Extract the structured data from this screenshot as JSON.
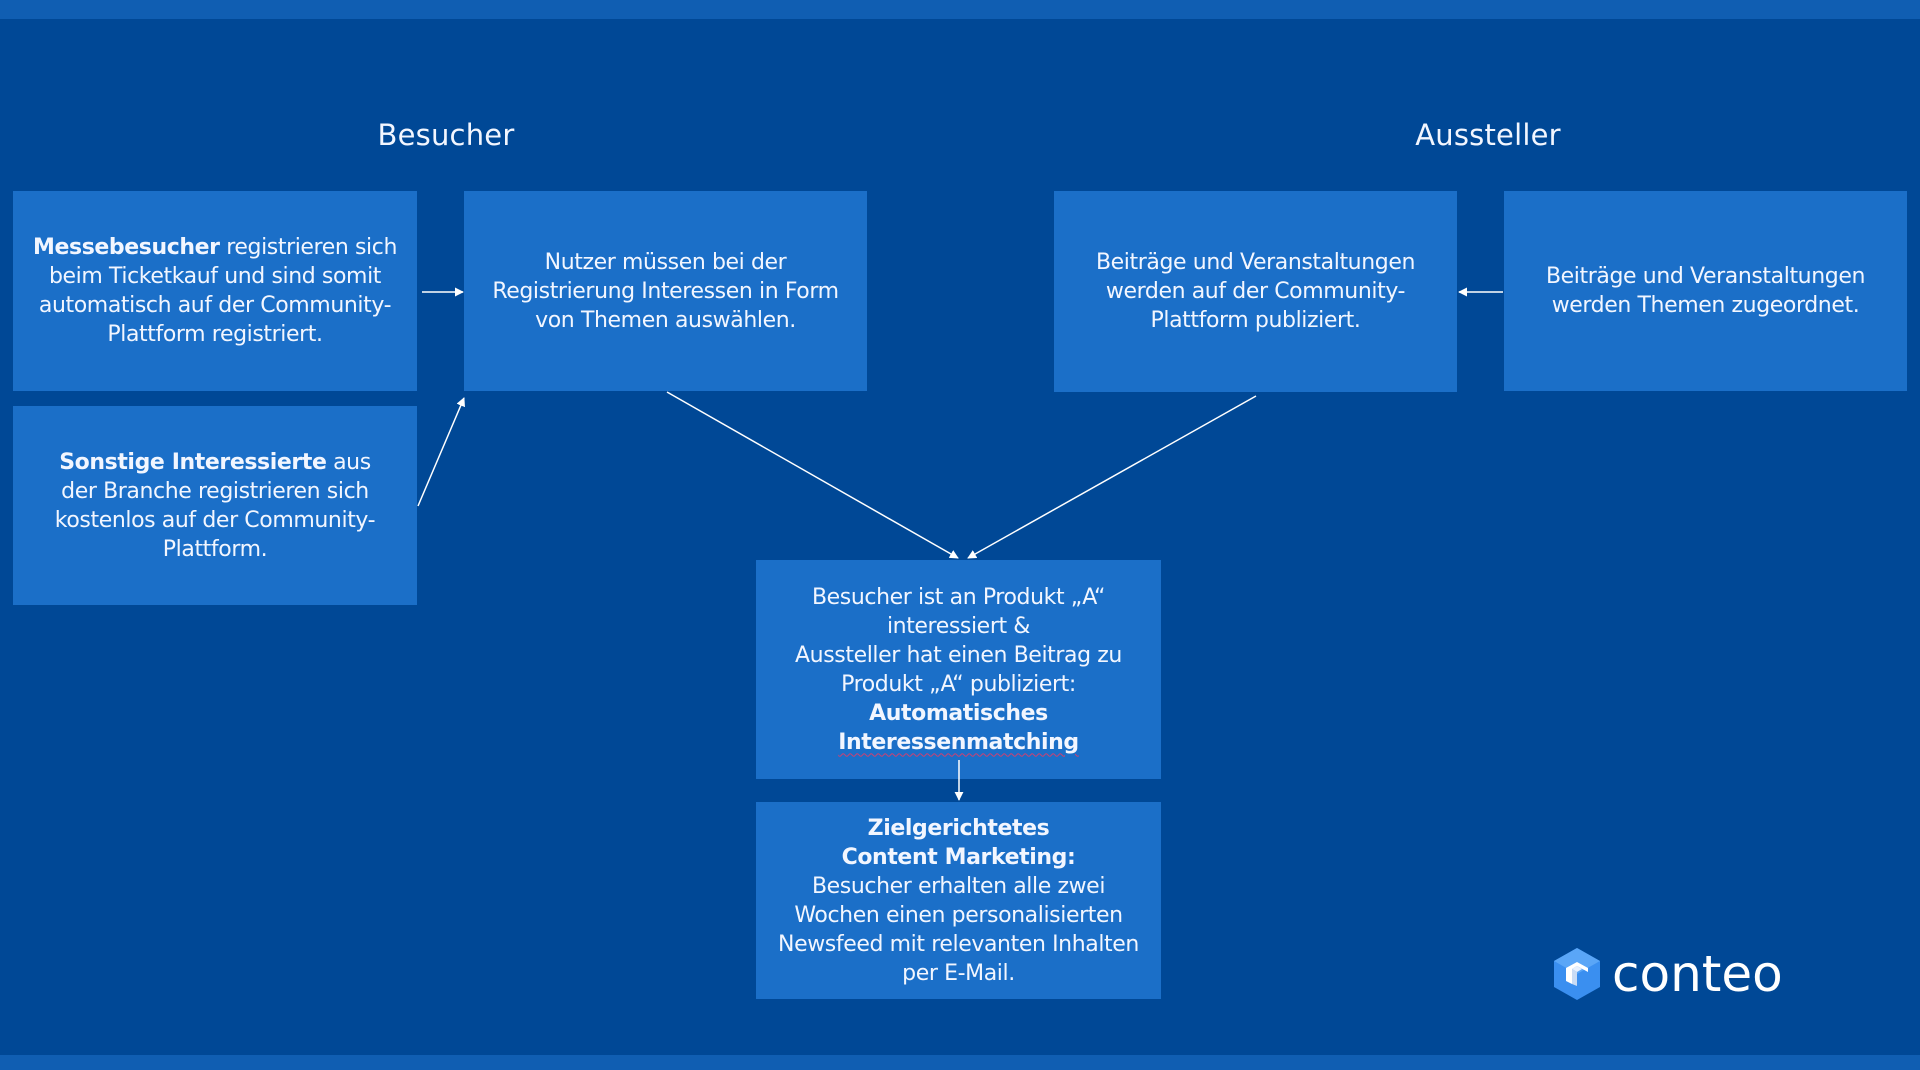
{
  "colors": {
    "background": "#004896",
    "box": "#1b6fc8",
    "bar": "#105eb2",
    "text": "#f2f6ff",
    "arrow": "#ffffff"
  },
  "headers": {
    "visitors": "Besucher",
    "exhibitors": "Aussteller"
  },
  "boxes": {
    "trade_visitors": {
      "bold": "Messebesucher",
      "text": " registrieren sich beim Ticketkauf und sind somit automatisch auf der Community-Plattform registriert."
    },
    "other_interested": {
      "bold": "Sonstige Interessierte",
      "text": " aus der Branche registrieren sich kostenlos auf der Community-Plattform."
    },
    "select_interests": {
      "text": "Nutzer müssen bei der Registrierung Interessen in Form von Themen auswählen."
    },
    "published": {
      "text": "Beiträge und Veranstaltungen werden auf der Community-Plattform publiziert."
    },
    "assigned_topics": {
      "text": "Beiträge und Veranstaltungen werden Themen zugeordnet."
    },
    "matching": {
      "line1": "Besucher ist an Produkt „A“ interessiert &",
      "line2": "Aussteller hat einen Beitrag zu Produkt „A“ publiziert:",
      "bold1": "Automatisches",
      "bold2": "Interessenmatching"
    },
    "content_marketing": {
      "bold": "Zielgerichtetes Content Marketing:",
      "text": "Besucher erhalten alle zwei Wochen einen personalisierten Newsfeed mit relevanten Inhalten per E-Mail."
    }
  },
  "logo": {
    "icon": "conteo-hexagon-icon",
    "text": "conteo"
  }
}
